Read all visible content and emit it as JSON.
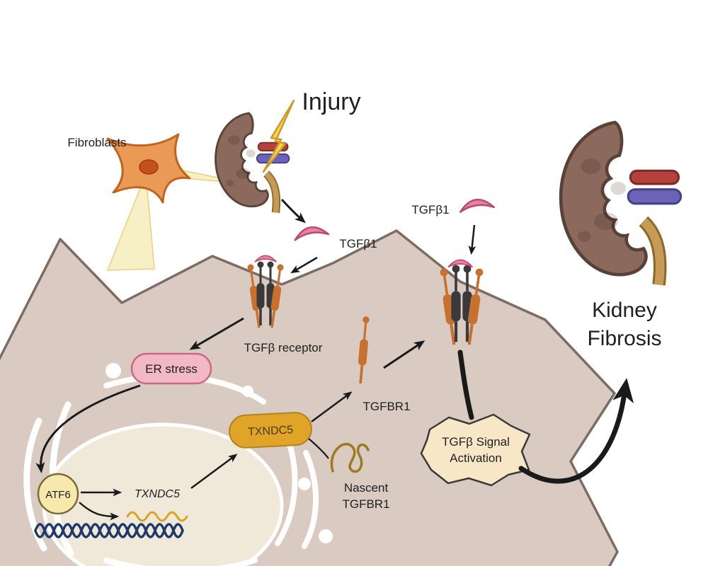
{
  "figure": {
    "injury_label": "Injury",
    "fibroblasts_label": "Fibroblasts",
    "tgfb1_secreted_label": "TGFβ1",
    "tgfb1_right_label": "TGFβ1",
    "tgfb_receptor_label": "TGFβ receptor",
    "er_stress_label": "ER stress",
    "atf6_label": "ATF6",
    "txndc5_gene_label": "TXNDC5",
    "txndc5_protein_label": "TXNDC5",
    "tgfbr1_label": "TGFBR1",
    "nascent_tgfbr1_label": [
      "Nascent",
      "TGFBR1"
    ],
    "signal_activation_label": [
      "TGFβ Signal",
      "Activation"
    ],
    "kidney_fibrosis_label": [
      "Kidney",
      "Fibrosis"
    ],
    "colors": {
      "background": "#ffffff",
      "cell_fill": "#d9cac2",
      "cell_outline": "#7c6c63",
      "nucleus_fill": "#f0e9d9",
      "er_white": "#ffffff",
      "kidney_body": "#8c695d",
      "kidney_outline": "#5a4138",
      "renal_artery": "#b5413c",
      "renal_vein": "#6a63b8",
      "ureter": "#c79a55",
      "fibroblast": "#eb9a55",
      "fibroblast_outline": "#bf6520",
      "lightning": "#f6d64b",
      "tgfb1_ligand": "#e8829e",
      "receptor_orange": "#c8702d",
      "receptor_dark": "#3a3a3a",
      "er_stress_fill": "#f2b9c4",
      "atf6_fill": "#f7e9ac",
      "txndc5_fill": "#dfa428",
      "signal_burst_fill": "#f8e7c6",
      "dna": "#1e3a6b",
      "mrna": "#d9a521",
      "arrow": "#1a1a1a",
      "beam": "#f6ecb8"
    }
  }
}
